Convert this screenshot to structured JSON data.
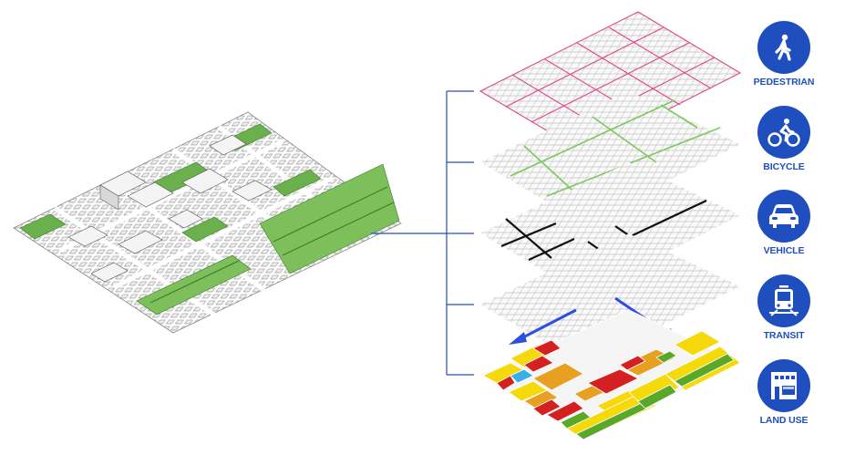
{
  "diagram": {
    "type": "isometric-layer-explosion",
    "main_map": {
      "label": "composite neighborhood model",
      "colors": {
        "park": "#6ab04c",
        "park_light": "#a8d98a",
        "building": "#f4f4f4",
        "outline": "#555555"
      }
    },
    "connector_color": "#2a4fb8",
    "layers": [
      {
        "id": "pedestrian",
        "line_color": "#e0468a",
        "description": "pedestrian network grid"
      },
      {
        "id": "bicycle",
        "line_color": "#7cc85a",
        "description": "bicycle lanes"
      },
      {
        "id": "vehicle",
        "line_color": "#111111",
        "description": "vehicle roads"
      },
      {
        "id": "transit",
        "line_color": "#2d4fe0",
        "description": "transit routes with arrows"
      },
      {
        "id": "land_use",
        "colors": [
          "#f5d90a",
          "#e8a020",
          "#d42020",
          "#5aa82a",
          "#3aaee8"
        ],
        "description": "land use blocks"
      }
    ]
  },
  "legend": {
    "accent": "#1f4fbf",
    "items": [
      {
        "label": "PEDESTRIAN",
        "icon": "pedestrian-icon"
      },
      {
        "label": "BICYCLE",
        "icon": "bicycle-icon"
      },
      {
        "label": "VEHICLE",
        "icon": "car-icon"
      },
      {
        "label": "TRANSIT",
        "icon": "train-icon"
      },
      {
        "label": "LAND USE",
        "icon": "building-icon"
      }
    ]
  }
}
